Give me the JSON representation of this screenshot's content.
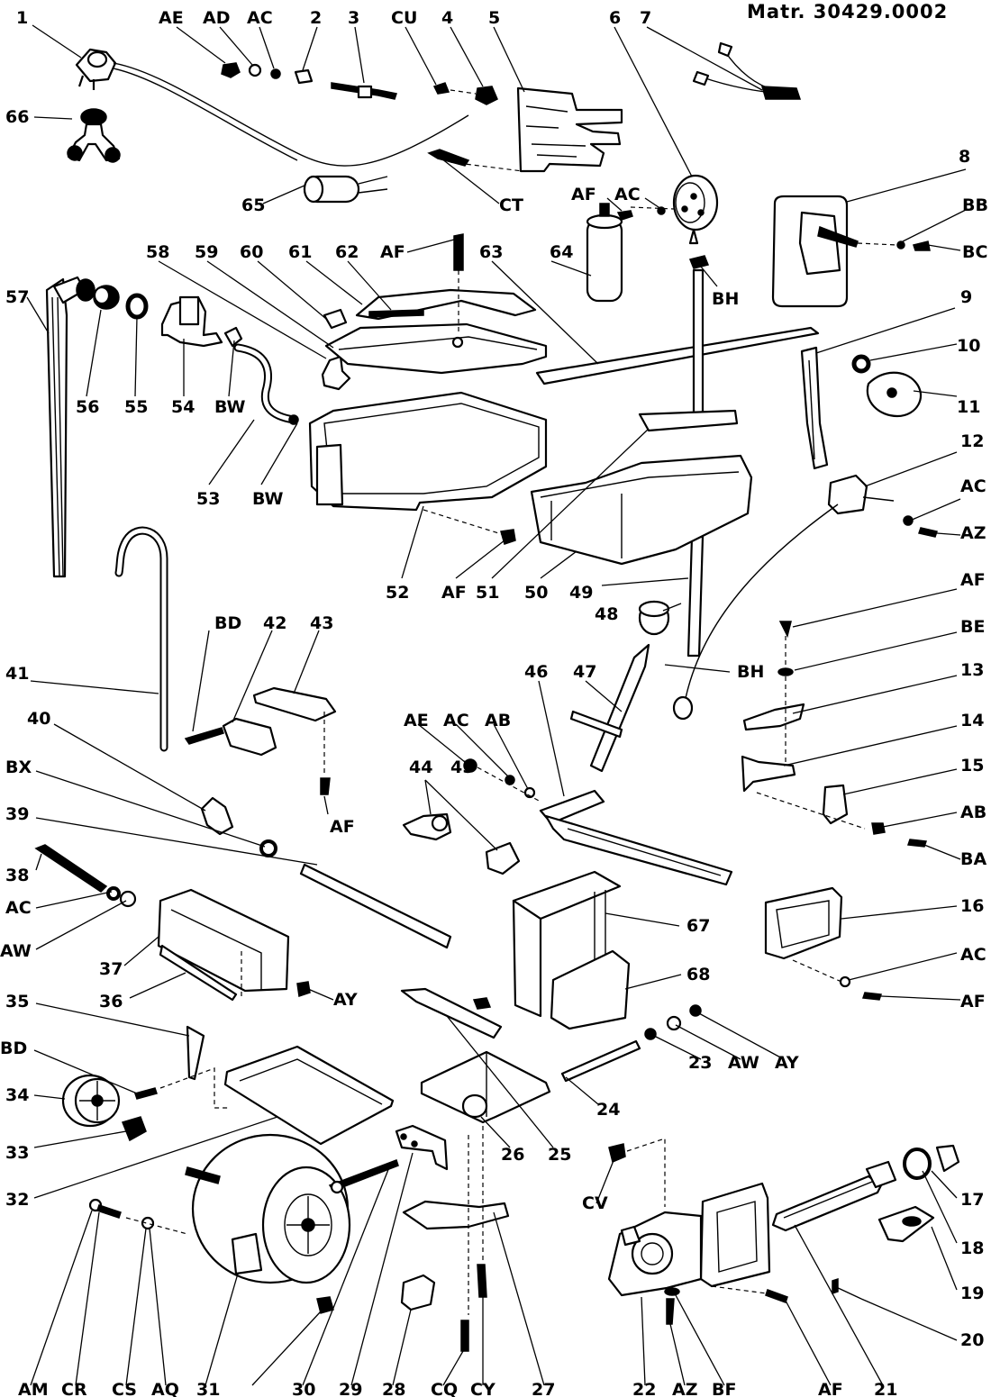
{
  "title": "Matr. 30429.0002",
  "labels": [
    {
      "id": "1",
      "text": "1"
    },
    {
      "id": "AE1",
      "text": "AE"
    },
    {
      "id": "AD1",
      "text": "AD"
    },
    {
      "id": "AC1",
      "text": "AC"
    },
    {
      "id": "2",
      "text": "2"
    },
    {
      "id": "3",
      "text": "3"
    },
    {
      "id": "CU",
      "text": "CU"
    },
    {
      "id": "4",
      "text": "4"
    },
    {
      "id": "5",
      "text": "5"
    },
    {
      "id": "6",
      "text": "6"
    },
    {
      "id": "7",
      "text": "7"
    },
    {
      "id": "66",
      "text": "66"
    },
    {
      "id": "8",
      "text": "8"
    },
    {
      "id": "65",
      "text": "65"
    },
    {
      "id": "CT",
      "text": "CT"
    },
    {
      "id": "AF1",
      "text": "AF"
    },
    {
      "id": "AC2",
      "text": "AC"
    },
    {
      "id": "BB",
      "text": "BB"
    },
    {
      "id": "BC",
      "text": "BC"
    },
    {
      "id": "58",
      "text": "58"
    },
    {
      "id": "59",
      "text": "59"
    },
    {
      "id": "60",
      "text": "60"
    },
    {
      "id": "61",
      "text": "61"
    },
    {
      "id": "62",
      "text": "62"
    },
    {
      "id": "AF2",
      "text": "AF"
    },
    {
      "id": "63",
      "text": "63"
    },
    {
      "id": "64",
      "text": "64"
    },
    {
      "id": "BH1",
      "text": "BH"
    },
    {
      "id": "57",
      "text": "57"
    },
    {
      "id": "9",
      "text": "9"
    },
    {
      "id": "10",
      "text": "10"
    },
    {
      "id": "11",
      "text": "11"
    },
    {
      "id": "56",
      "text": "56"
    },
    {
      "id": "55",
      "text": "55"
    },
    {
      "id": "54",
      "text": "54"
    },
    {
      "id": "BW1",
      "text": "BW"
    },
    {
      "id": "12",
      "text": "12"
    },
    {
      "id": "53",
      "text": "53"
    },
    {
      "id": "BW2",
      "text": "BW"
    },
    {
      "id": "AC3",
      "text": "AC"
    },
    {
      "id": "AZ1",
      "text": "AZ"
    },
    {
      "id": "52",
      "text": "52"
    },
    {
      "id": "AF3",
      "text": "AF"
    },
    {
      "id": "51",
      "text": "51"
    },
    {
      "id": "50",
      "text": "50"
    },
    {
      "id": "49",
      "text": "49"
    },
    {
      "id": "AF4",
      "text": "AF"
    },
    {
      "id": "BD1",
      "text": "BD"
    },
    {
      "id": "42",
      "text": "42"
    },
    {
      "id": "43",
      "text": "43"
    },
    {
      "id": "48",
      "text": "48"
    },
    {
      "id": "BE",
      "text": "BE"
    },
    {
      "id": "41",
      "text": "41"
    },
    {
      "id": "BH2",
      "text": "BH"
    },
    {
      "id": "46",
      "text": "46"
    },
    {
      "id": "47",
      "text": "47"
    },
    {
      "id": "13",
      "text": "13"
    },
    {
      "id": "40",
      "text": "40"
    },
    {
      "id": "AE2",
      "text": "AE"
    },
    {
      "id": "AC4",
      "text": "AC"
    },
    {
      "id": "AB1",
      "text": "AB"
    },
    {
      "id": "14",
      "text": "14"
    },
    {
      "id": "BX",
      "text": "BX"
    },
    {
      "id": "44",
      "text": "44"
    },
    {
      "id": "45",
      "text": "45"
    },
    {
      "id": "15",
      "text": "15"
    },
    {
      "id": "AF5",
      "text": "AF"
    },
    {
      "id": "39",
      "text": "39"
    },
    {
      "id": "AB2",
      "text": "AB"
    },
    {
      "id": "38",
      "text": "38"
    },
    {
      "id": "BA",
      "text": "BA"
    },
    {
      "id": "AC5",
      "text": "AC"
    },
    {
      "id": "AW1",
      "text": "AW"
    },
    {
      "id": "16",
      "text": "16"
    },
    {
      "id": "67",
      "text": "67"
    },
    {
      "id": "37",
      "text": "37"
    },
    {
      "id": "AC6",
      "text": "AC"
    },
    {
      "id": "36",
      "text": "36"
    },
    {
      "id": "68",
      "text": "68"
    },
    {
      "id": "AY1",
      "text": "AY"
    },
    {
      "id": "AF6",
      "text": "AF"
    },
    {
      "id": "35",
      "text": "35"
    },
    {
      "id": "BD2",
      "text": "BD"
    },
    {
      "id": "23",
      "text": "23"
    },
    {
      "id": "AW2",
      "text": "AW"
    },
    {
      "id": "AY2",
      "text": "AY"
    },
    {
      "id": "34",
      "text": "34"
    },
    {
      "id": "24",
      "text": "24"
    },
    {
      "id": "33",
      "text": "33"
    },
    {
      "id": "26",
      "text": "26"
    },
    {
      "id": "25",
      "text": "25"
    },
    {
      "id": "32",
      "text": "32"
    },
    {
      "id": "CV",
      "text": "CV"
    },
    {
      "id": "17",
      "text": "17"
    },
    {
      "id": "18",
      "text": "18"
    },
    {
      "id": "19",
      "text": "19"
    },
    {
      "id": "20",
      "text": "20"
    },
    {
      "id": "AM",
      "text": "AM"
    },
    {
      "id": "CR",
      "text": "CR"
    },
    {
      "id": "CS",
      "text": "CS"
    },
    {
      "id": "AQ",
      "text": "AQ"
    },
    {
      "id": "31",
      "text": "31"
    },
    {
      "id": "30",
      "text": "30"
    },
    {
      "id": "29",
      "text": "29"
    },
    {
      "id": "28",
      "text": "28"
    },
    {
      "id": "CQ",
      "text": "CQ"
    },
    {
      "id": "CY",
      "text": "CY"
    },
    {
      "id": "27",
      "text": "27"
    },
    {
      "id": "22",
      "text": "22"
    },
    {
      "id": "AZ2",
      "text": "AZ"
    },
    {
      "id": "BF",
      "text": "BF"
    },
    {
      "id": "AF7",
      "text": "AF"
    },
    {
      "id": "21",
      "text": "21"
    }
  ]
}
